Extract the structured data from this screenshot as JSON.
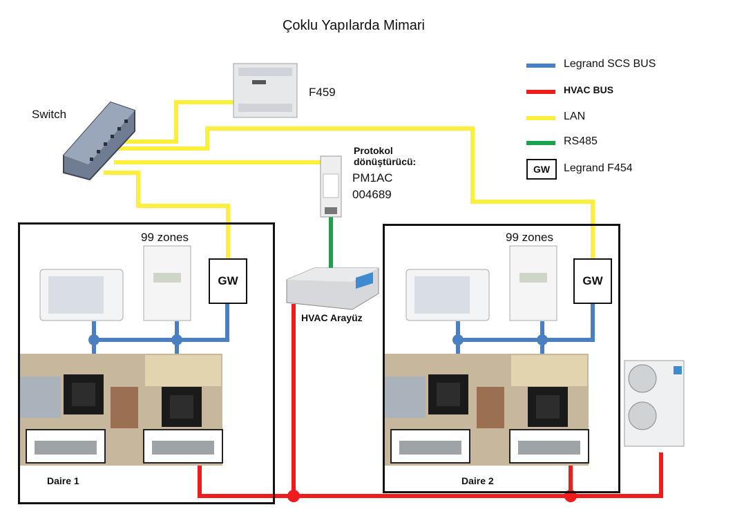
{
  "title": "Çoklu Yapılarda Mimari",
  "legend": [
    {
      "label": "Legrand SCS BUS",
      "color": "#4a7fc1",
      "type": "line"
    },
    {
      "label": "HVAC BUS",
      "color": "#ee1c1c",
      "type": "line"
    },
    {
      "label": "LAN",
      "color": "#ffef3a",
      "type": "line"
    },
    {
      "label": "RS485",
      "color": "#1aa34a",
      "type": "line"
    },
    {
      "label": "Legrand F454",
      "symbol": "GW",
      "type": "box"
    }
  ],
  "devices": {
    "switch": "Switch",
    "f459": "F459",
    "converter_title_1": "Protokol",
    "converter_title_2": "dönüştürücü:",
    "converter_model": "PM1AC",
    "converter_code": "004689",
    "hvac_interface": "HVAC Arayüz"
  },
  "apartments": [
    {
      "name": "Daire 1",
      "zones": "99 zones",
      "gateway": "GW"
    },
    {
      "name": "Daire 2",
      "zones": "99 zones",
      "gateway": "GW"
    }
  ],
  "colors": {
    "scs": "#4a7fc1",
    "hvac": "#ee1c1c",
    "lan": "#ffef3a",
    "rs485": "#1aa34a"
  }
}
